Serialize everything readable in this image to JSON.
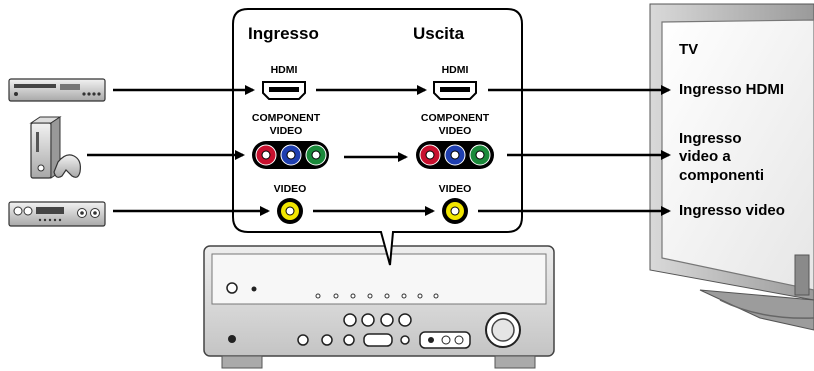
{
  "panel": {
    "input_heading": "Ingresso",
    "output_heading": "Uscita",
    "hdmi_label": "HDMI",
    "component_label_line1": "COMPONENT",
    "component_label_line2": "VIDEO",
    "video_label": "VIDEO"
  },
  "tv": {
    "title": "TV",
    "hdmi_input": "Ingresso HDMI",
    "component_line1": "Ingresso",
    "component_line2": "video a",
    "component_line3": "componenti",
    "video_input": "Ingresso video"
  },
  "colors": {
    "component_red": "#c8102e",
    "component_blue": "#1f3fb0",
    "component_green": "#1a8a3a",
    "composite_yellow": "#f2e600"
  },
  "devices": [
    "bd-dvd-player-icon",
    "game-console-icon",
    "vcr-icon",
    "av-receiver-icon",
    "tv-icon"
  ]
}
